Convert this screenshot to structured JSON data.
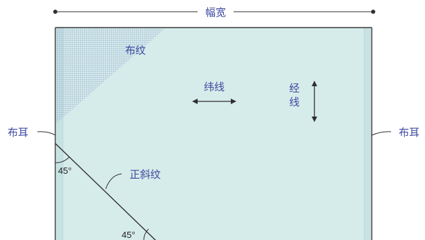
{
  "labels": {
    "width": "幅宽",
    "texture": "布纹",
    "weft": "纬线",
    "warp_1": "经",
    "warp_2": "线",
    "selvage_left": "布耳",
    "selvage_right": "布耳",
    "bias": "正斜纹",
    "angle_top": "45°",
    "angle_bottom": "45°"
  },
  "colors": {
    "fabric_fill": "#d6ecea",
    "fabric_border": "#3a3a3a",
    "selvage_strip": "#c8e2e3",
    "label_text": "#3d4aa0",
    "grid_lines": "#8ea6d2",
    "line_dark": "#2f2f2f"
  }
}
